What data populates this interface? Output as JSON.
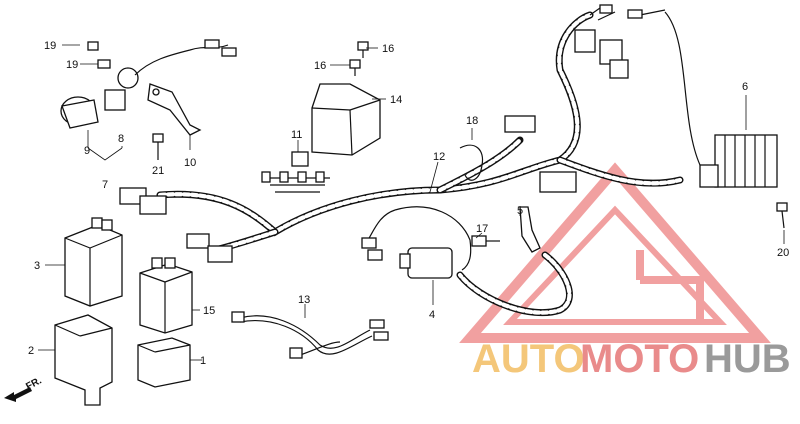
{
  "diagram": {
    "callouts": {
      "c1": "1",
      "c2": "2",
      "c3": "3",
      "c4": "4",
      "c5": "5",
      "c6": "6",
      "c7": "7",
      "c8": "8",
      "c9": "9",
      "c10": "10",
      "c11": "11",
      "c12": "12",
      "c13": "13",
      "c14": "14",
      "c15": "15",
      "c16a": "16",
      "c16b": "16",
      "c17": "17",
      "c18": "18",
      "c19a": "19",
      "c19b": "19",
      "c20": "20",
      "c21": "21"
    },
    "direction_label": "FR."
  },
  "watermark": {
    "part1": "AUTO",
    "part2": "MOTO",
    "part3": "HUB",
    "colors": {
      "auto": "#f4c77a",
      "moto": "#e98b8b",
      "hub": "#9a9a9a",
      "triangle": "#ef9090"
    }
  }
}
